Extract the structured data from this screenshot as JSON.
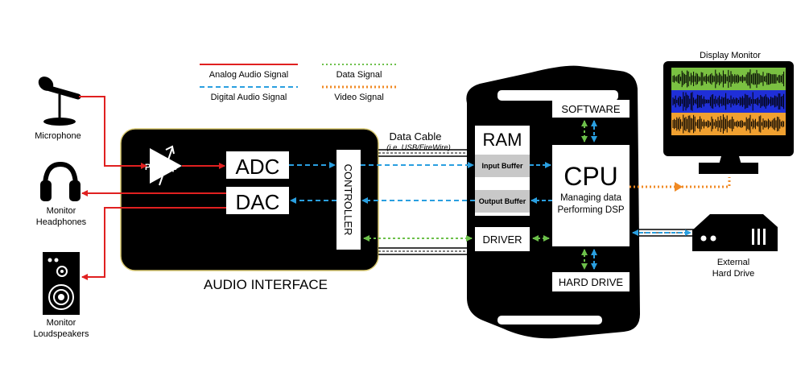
{
  "legend": {
    "analog": "Analog Audio Signal",
    "digital": "Digital Audio Signal",
    "data": "Data Signal",
    "video": "Video Signal"
  },
  "devices": {
    "microphone": "Microphone",
    "headphones": [
      "Monitor",
      "Headphones"
    ],
    "speakers": [
      "Monitor",
      "Loudspeakers"
    ],
    "display": "Display Monitor",
    "hard_drive": [
      "External",
      "Hard Drive"
    ]
  },
  "audio_interface": {
    "title": "AUDIO INTERFACE",
    "preamp": "Preamp",
    "adc": "ADC",
    "dac": "DAC",
    "controller": "CONTROLLER"
  },
  "cable": {
    "label": "Data Cable",
    "sublabel": "(i.e. USB/FireWire)"
  },
  "computer": {
    "ram": "RAM",
    "input_buffer": "Input Buffer",
    "output_buffer": "Output Buffer",
    "driver": "DRIVER",
    "software": "SOFTWARE",
    "cpu": "CPU",
    "cpu_line1": "Managing data",
    "cpu_line2": "Performing DSP",
    "hard_drive": "HARD DRIVE"
  },
  "colors": {
    "analog": "#e02020",
    "digital": "#2a9fe0",
    "data": "#6cc04a",
    "video": "#f08a24",
    "wave_green": "#7ac142",
    "wave_blue": "#1f2fd8",
    "wave_orange": "#f0a030"
  }
}
